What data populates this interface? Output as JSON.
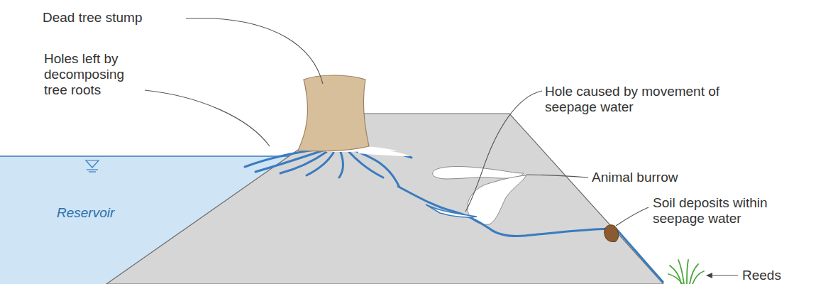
{
  "diagram": {
    "labels": [
      "Dead tree stump",
      "Holes left by decomposing tree roots",
      "Hole caused by movement of seepage water",
      "Animal burrow",
      "Soil deposits within seepage water",
      "Reeds",
      "Reservoir"
    ]
  }
}
